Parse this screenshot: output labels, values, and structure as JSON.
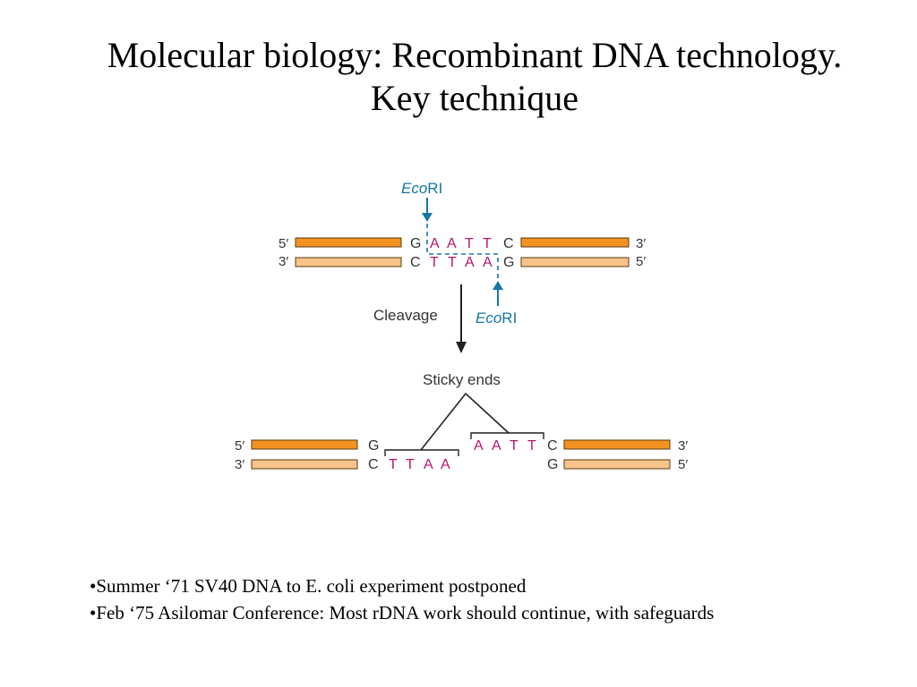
{
  "slide": {
    "title_line1": "Molecular biology:  Recombinant DNA technology.",
    "title_line2": "Key technique"
  },
  "diagram": {
    "enzyme_italic": "Eco",
    "enzyme_suffix": "RI",
    "prime5": "5′",
    "prime3": "3′",
    "cleavage_label": "Cleavage",
    "sticky_label": "Sticky ends",
    "top_strand_left_base": "G",
    "top_strand_site": [
      "A",
      "A",
      "T",
      "T"
    ],
    "top_strand_right_base": "C",
    "bottom_strand_left_base": "C",
    "bottom_strand_site": [
      "T",
      "T",
      "A",
      "A"
    ],
    "bottom_strand_right_base": "G",
    "colors": {
      "top_strand": "#F39221",
      "bottom_strand": "#F9C389",
      "strand_outline": "#5a3a10",
      "site_bases": "#B5166B",
      "enzyme": "#1476A6",
      "arrow": "#222222"
    }
  },
  "bullets": [
    "•Summer ‘71 SV40 DNA to E. coli experiment postponed",
    "•Feb ‘75 Asilomar Conference:  Most rDNA work should continue, with safeguards"
  ]
}
